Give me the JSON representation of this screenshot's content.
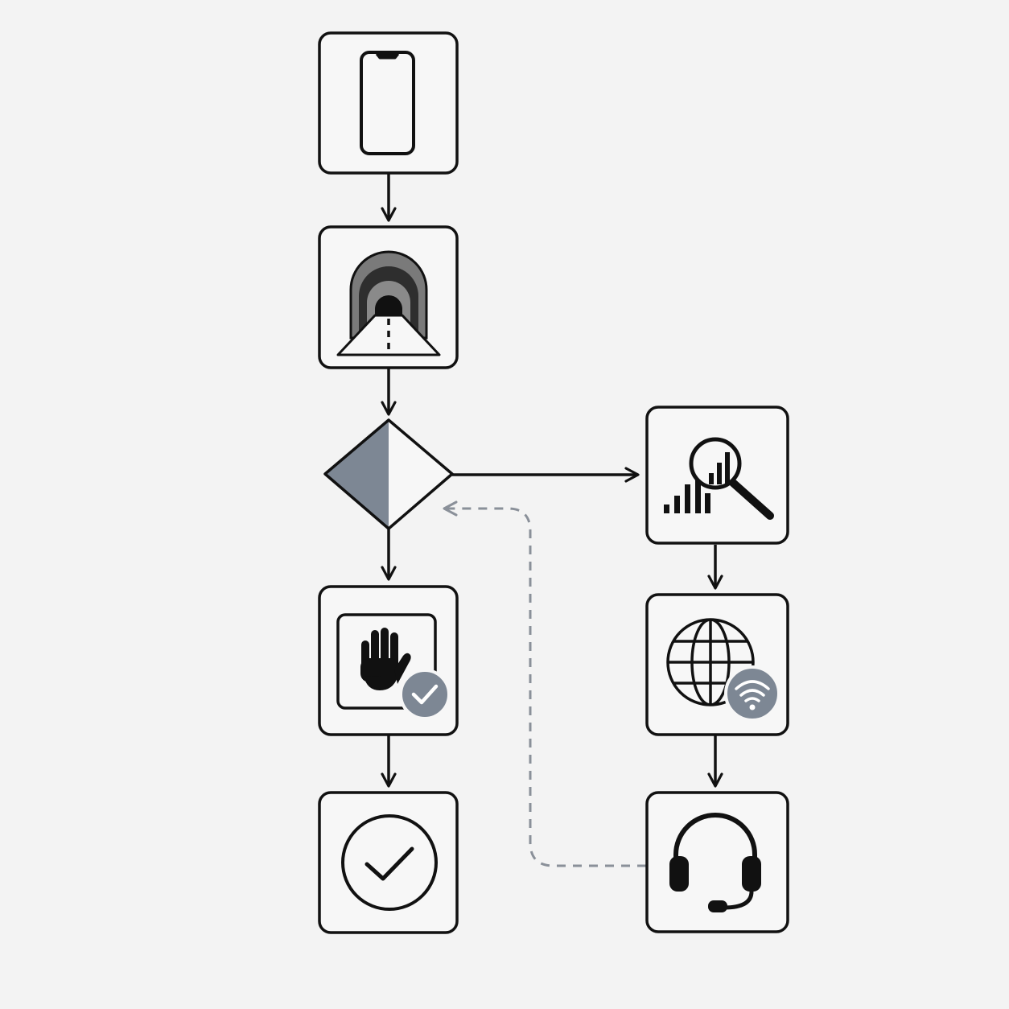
{
  "colors": {
    "background": "#f3f3f3",
    "stroke": "#111111",
    "node_fill": "#f7f7f7",
    "accent_gray": "#7d8794",
    "dashed_feedback": "#8a9099",
    "badge_icon": "#ffffff"
  },
  "nodes": [
    {
      "id": "phone",
      "icon": "smartphone-icon"
    },
    {
      "id": "tunnel",
      "icon": "tunnel-road-icon"
    },
    {
      "id": "decision",
      "icon": "decision-diamond",
      "shape": "diamond"
    },
    {
      "id": "stop",
      "icon": "stop-hand-icon",
      "badge": "check-badge-icon"
    },
    {
      "id": "done",
      "icon": "check-circle-icon"
    },
    {
      "id": "analyze",
      "icon": "search-chart-icon"
    },
    {
      "id": "network",
      "icon": "globe-icon",
      "badge": "wifi-badge-icon"
    },
    {
      "id": "support",
      "icon": "headset-icon"
    }
  ],
  "edges": [
    {
      "from": "phone",
      "to": "tunnel",
      "style": "solid"
    },
    {
      "from": "tunnel",
      "to": "decision",
      "style": "solid"
    },
    {
      "from": "decision",
      "to": "stop",
      "style": "solid"
    },
    {
      "from": "stop",
      "to": "done",
      "style": "solid"
    },
    {
      "from": "decision",
      "to": "analyze",
      "style": "solid"
    },
    {
      "from": "analyze",
      "to": "network",
      "style": "solid"
    },
    {
      "from": "network",
      "to": "support",
      "style": "solid"
    },
    {
      "from": "support",
      "to": "decision",
      "style": "dashed"
    }
  ]
}
